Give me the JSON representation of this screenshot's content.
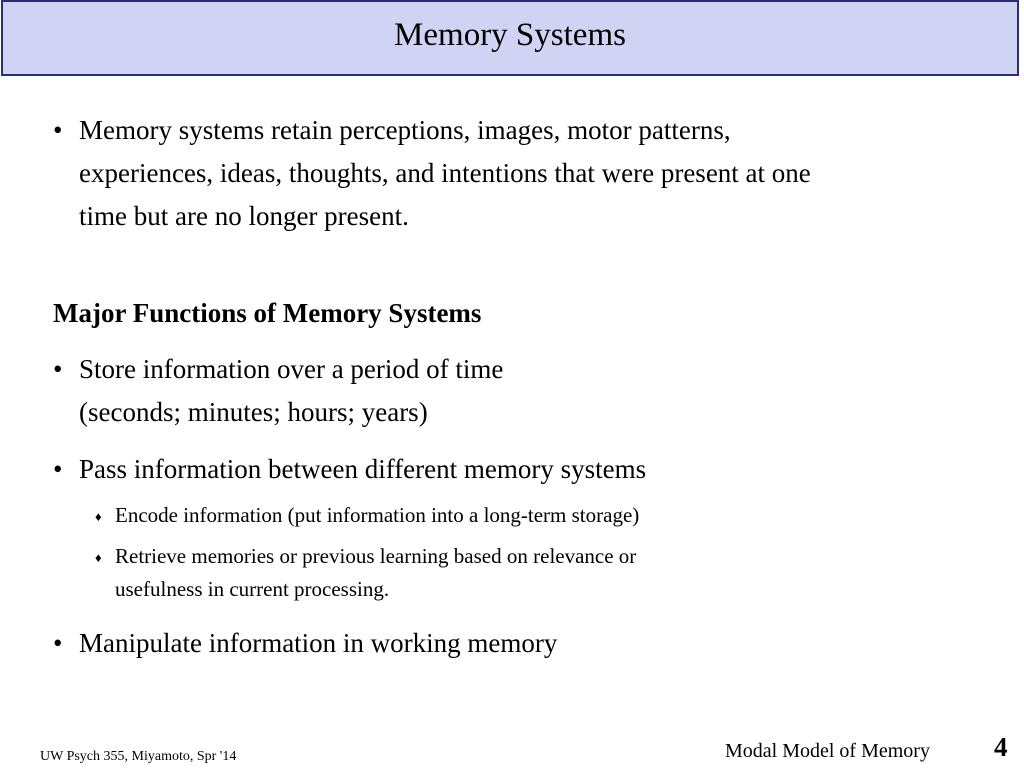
{
  "slide": {
    "title": "Memory Systems",
    "intro_bullet": {
      "mark": "•",
      "lines": [
        "Memory systems retain perceptions, images, motor patterns,",
        "experiences, ideas, thoughts, and intentions that were present at one",
        "time but are no longer present."
      ]
    },
    "heading": "Major Functions of Memory Systems",
    "functions": [
      {
        "mark": "•",
        "lines": [
          "Store information over a period of time",
          "(seconds; minutes; hours; years)"
        ]
      },
      {
        "mark": "•",
        "lines": [
          "Pass information between different memory systems"
        ],
        "sub_items": [
          {
            "mark": "♦",
            "lines": [
              "Encode information (put information into a long-term storage)"
            ]
          },
          {
            "mark": "♦",
            "lines": [
              "Retrieve memories or previous learning based on relevance or",
              "usefulness in current processing."
            ]
          }
        ]
      },
      {
        "mark": "•",
        "lines": [
          "Manipulate information in working memory"
        ]
      }
    ]
  },
  "footer": {
    "course": "UW Psych 355, Miyamoto, Spr '14",
    "topic": "Modal Model of Memory",
    "page_number": "4"
  }
}
